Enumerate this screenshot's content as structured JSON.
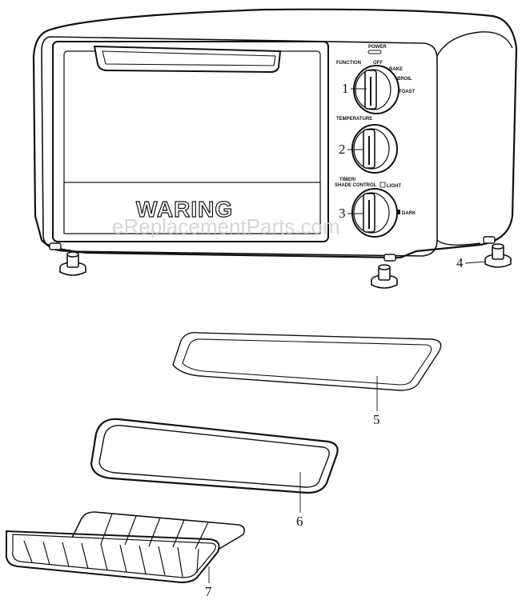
{
  "oven": {
    "brand": "WARING",
    "power_label": "POWER",
    "function_label": "FUNCTION",
    "function_options": [
      "OFF",
      "BAKE",
      "BROIL",
      "TOAST"
    ],
    "temperature_label": "TEMPERATURE",
    "timer_label_line1": "TIMER/",
    "timer_label_line2": "SHADE CONTROL",
    "light_label": "LIGHT",
    "dark_label": "DARK"
  },
  "watermark": "eReplacementParts.com",
  "callouts": [
    "1",
    "2",
    "3",
    "4",
    "5",
    "6",
    "7"
  ]
}
